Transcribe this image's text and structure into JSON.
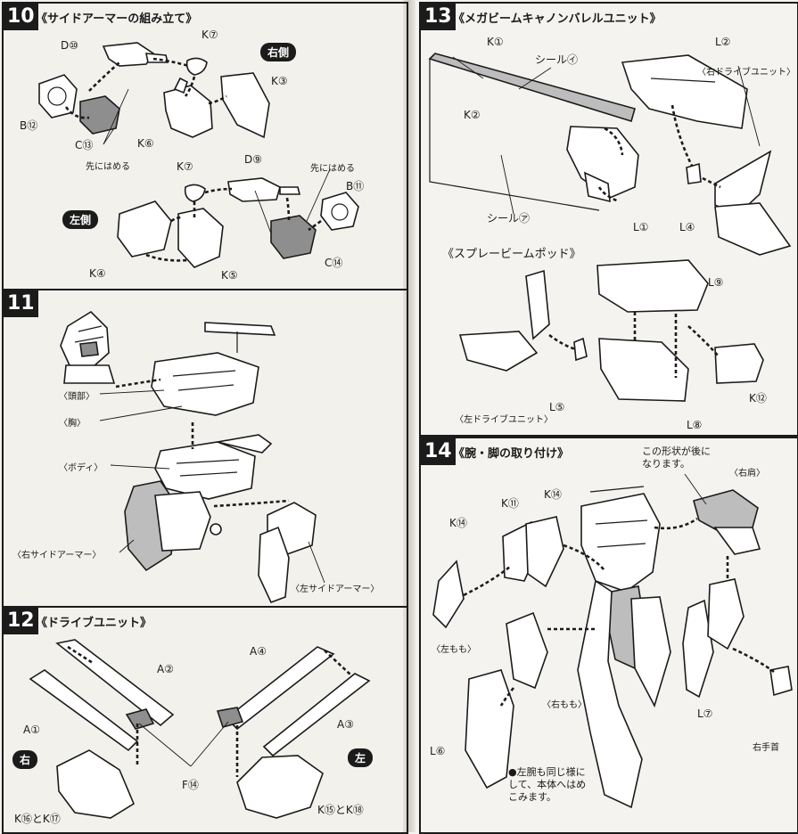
{
  "steps": [
    {
      "number": "10",
      "title": "《サイドアーマーの組み立て》"
    },
    {
      "number": "11",
      "title": ""
    },
    {
      "number": "12",
      "title": "《ドライブユニット》"
    },
    {
      "number": "13",
      "title": "《メガビームキャノンバレルユニット》"
    },
    {
      "number": "14",
      "title": "《腕・脚の取り付け》"
    }
  ],
  "step10": {
    "badge_right": "右側",
    "badge_left": "左側",
    "labels": [
      "D⑩",
      "K⑦",
      "B⑫",
      "C⑬",
      "先にはめる",
      "K⑥",
      "K③",
      "K⑦",
      "D⑨",
      "先にはめる",
      "B⑪",
      "C⑭",
      "K④",
      "K⑤"
    ]
  },
  "step11": {
    "labels": [
      "〈頭部〉",
      "〈胸〉",
      "〈ボディ〉",
      "〈右サイドアーマー〉",
      "〈左サイドアーマー〉"
    ]
  },
  "step12": {
    "badge_right": "右",
    "badge_left": "左",
    "labels": [
      "A②",
      "A①",
      "A④",
      "A③",
      "F⑭",
      "K⑯とK⑰",
      "K⑮とK⑱"
    ]
  },
  "step13": {
    "labels": [
      "K①",
      "シール㋑",
      "L②",
      "〈右ドライブユニット〉",
      "K②",
      "シール㋐",
      "L①",
      "L④"
    ]
  },
  "spray": {
    "title": "《スプレービームポッド》",
    "labels": [
      "L⑨",
      "K⑫",
      "L⑤",
      "〈左ドライブユニット〉",
      "L⑧"
    ]
  },
  "step14": {
    "note_top": [
      "この形状が後に",
      "なります。"
    ],
    "labels": [
      "K⑪",
      "K⑭",
      "K⑭",
      "〈右肩〉",
      "〈左もも〉",
      "〈右もも〉",
      "L⑥",
      "L⑦",
      "右手首"
    ],
    "note_bottom": [
      "●左腕も同じ様に",
      "して、本体へはめ",
      "こみます。"
    ]
  }
}
